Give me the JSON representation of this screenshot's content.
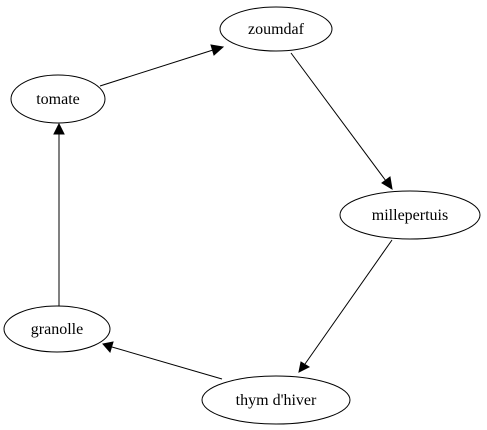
{
  "graph": {
    "nodes": [
      {
        "id": "zoumdaf",
        "label": "zoumdaf"
      },
      {
        "id": "millepertuis",
        "label": "millepertuis"
      },
      {
        "id": "thym",
        "label": "thym d'hiver"
      },
      {
        "id": "granolle",
        "label": "granolle"
      },
      {
        "id": "tomate",
        "label": "tomate"
      }
    ],
    "edges": [
      {
        "from": "tomate",
        "to": "zoumdaf"
      },
      {
        "from": "zoumdaf",
        "to": "millepertuis"
      },
      {
        "from": "millepertuis",
        "to": "thym"
      },
      {
        "from": "thym",
        "to": "granolle"
      },
      {
        "from": "granolle",
        "to": "tomate"
      }
    ]
  }
}
